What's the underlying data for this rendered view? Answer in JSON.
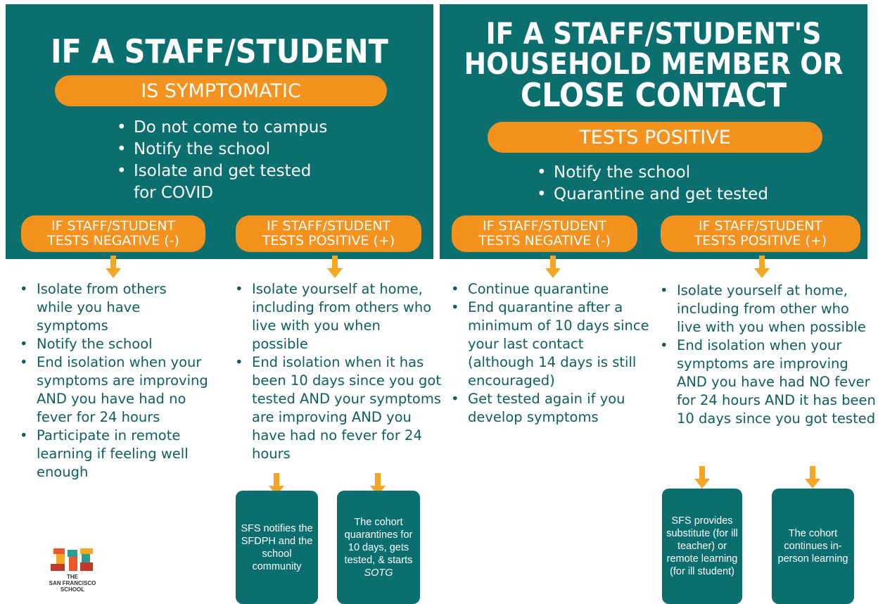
{
  "left": {
    "title": "IF A STAFF/STUDENT",
    "condition": "IS SYMPTOMATIC",
    "steps": [
      "Do not come to campus",
      "Notify the school",
      "Isolate and get tested for COVID"
    ],
    "negative": {
      "label_line1": "IF STAFF/STUDENT",
      "label_line2": "TESTS NEGATIVE (-)",
      "steps": [
        "Isolate from others while you have symptoms",
        "Notify the school",
        "End isolation when your symptoms are improving AND you have had no fever for 24 hours",
        "Participate in remote learning if feeling well enough"
      ]
    },
    "positive": {
      "label_line1": "IF STAFF/STUDENT",
      "label_line2": "TESTS POSITIVE (+)",
      "steps": [
        "Isolate yourself at home, including from others who live with you when possible",
        "End isolation when it has been 10 days since you got tested AND your symptoms are improving AND you have had no fever for 24 hours"
      ],
      "outcome1": "SFS notifies the SFDPH and the school community",
      "outcome2_text": "The cohort quarantines for 10 days, gets tested, & starts",
      "outcome2_em": "SOTG"
    },
    "logo": {
      "line1": "THE",
      "line2": "SAN FRANCISCO",
      "line3": "SCHOOL",
      "colors": [
        "#e8582c",
        "#f5a623",
        "#2a9d8f",
        "#c0392b"
      ]
    }
  },
  "right": {
    "title_line1": "IF A STAFF/STUDENT'S",
    "title_line2": "HOUSEHOLD MEMBER OR",
    "title_line3": "CLOSE CONTACT",
    "condition": "TESTS POSITIVE",
    "steps": [
      "Notify the school",
      "Quarantine and get tested"
    ],
    "negative": {
      "label_line1": "IF STAFF/STUDENT",
      "label_line2": "TESTS NEGATIVE (-)",
      "steps": [
        "Continue quarantine",
        "End quarantine after a minimum of 10 days since your last contact (although 14 days is still encouraged)",
        "Get tested again if you develop symptoms"
      ]
    },
    "positive": {
      "label_line1": "IF STAFF/STUDENT",
      "label_line2": "TESTS POSITIVE (+)",
      "steps": [
        "Isolate yourself at home, including from other who live with you when possible",
        "End isolation when your symptoms are improving AND you have had NO fever for 24 hours AND it has been 10 days since you got tested"
      ],
      "outcome1": "SFS provides substitute (for ill teacher) or remote learning (for ill student)",
      "outcome2": "The cohort continues in-person learning"
    }
  },
  "colors": {
    "teal": "#0b6f6f",
    "orange": "#f5921e",
    "arrow": "#f5a623",
    "text_teal": "#0e5e5e"
  }
}
